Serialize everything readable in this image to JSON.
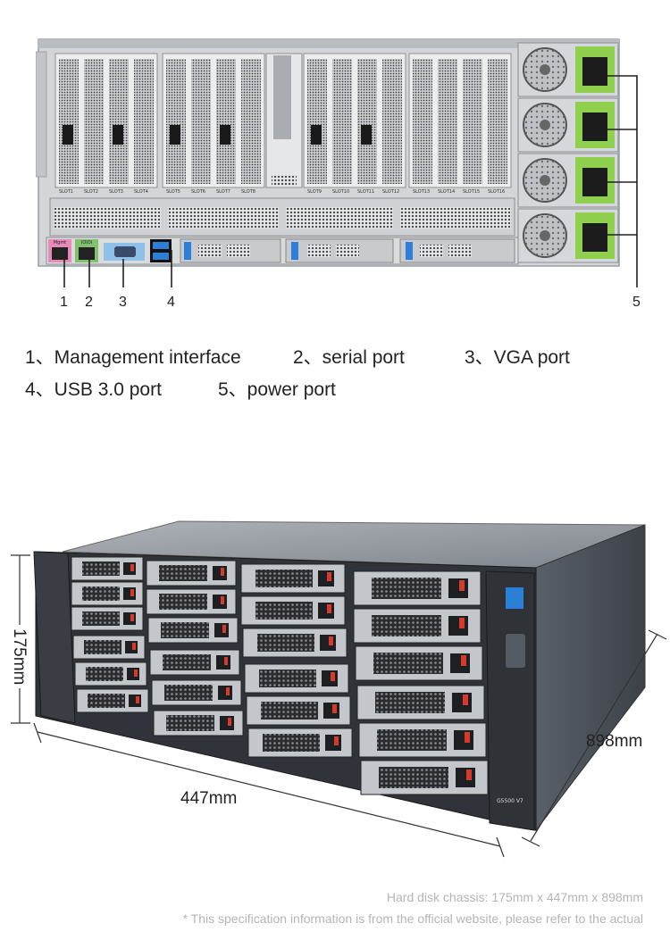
{
  "rear_panel": {
    "callouts": [
      "1",
      "2",
      "3",
      "4",
      "5"
    ],
    "port_labels": {
      "mgmt": "Mgmt",
      "serial": "IOIOI"
    },
    "slot_labels": [
      "SLOT1",
      "SLOT2",
      "SLOT3",
      "SLOT4",
      "SLOT5",
      "SLOT6",
      "SLOT7",
      "SLOT8",
      "SLOT9",
      "SLOT10",
      "SLOT11",
      "SLOT12",
      "SLOT13",
      "SLOT14",
      "SLOT15",
      "SLOT16"
    ]
  },
  "legend": {
    "item1": "1、Management interface",
    "item2": "2、serial port",
    "item3": "3、VGA port",
    "item4": "4、USB 3.0 port",
    "item5": "5、power port"
  },
  "front_view": {
    "height": "175mm",
    "width": "447mm",
    "depth": "898mm",
    "model": "G5500 V7"
  },
  "footer": {
    "chassis": "Hard disk chassis: 175mm x 447mm x 898mm",
    "note": "* This specification information is from the official website, please refer to the actual"
  },
  "colors": {
    "chassis_silver": "#c9cbcd",
    "psu_green": "#8fd14f",
    "port_pink": "#e88ab8",
    "port_green": "#7fc26b",
    "vga_blue": "#8fc0e8",
    "accent_blue": "#2b7fd6",
    "drive_red": "#d63a2a"
  }
}
